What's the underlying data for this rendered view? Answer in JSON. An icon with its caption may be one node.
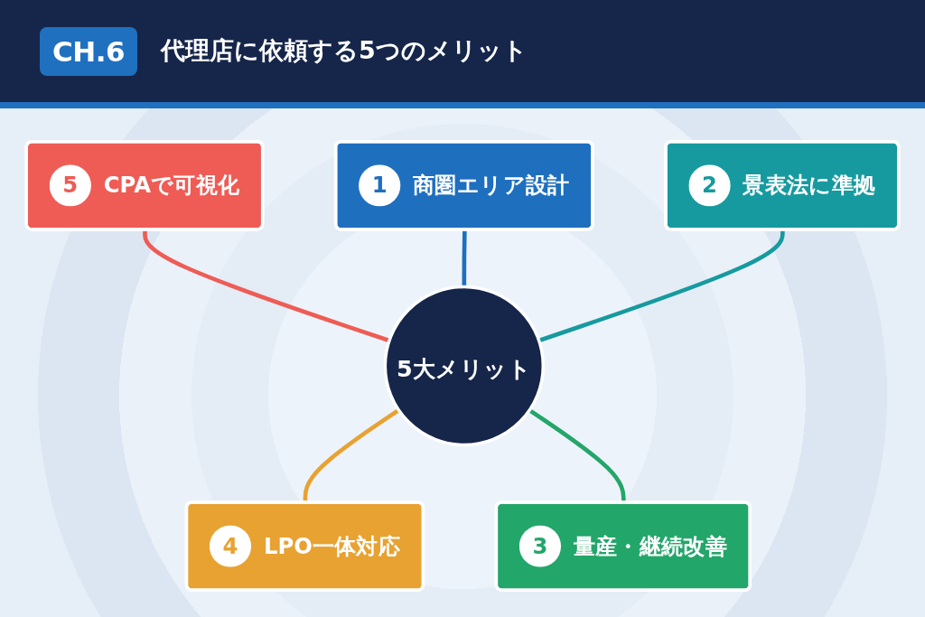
{
  "diagram": {
    "title": "代理店に依頼する5つのメリット",
    "nodes": [
      {
        "text": [
          "5大メリット"
        ]
      },
      {
        "text": [
          "1",
          "商圏エリア設計"
        ]
      },
      {
        "text": [
          "2",
          "景表法に準拠"
        ]
      },
      {
        "text": [
          "3",
          "量産・継続改善"
        ]
      },
      {
        "text": [
          "4",
          "LPO一体対応"
        ]
      },
      {
        "text": [
          "5",
          "CPAで可視化"
        ]
      }
    ],
    "edges": [
      {
        "from": 5,
        "to": 0,
        "arrow": "none",
        "color": "#ee5c55"
      },
      {
        "from": 1,
        "to": 0,
        "arrow": "none",
        "color": "#1f6fbf"
      },
      {
        "from": 2,
        "to": 0,
        "arrow": "none",
        "color": "#169a9f"
      },
      {
        "from": 0,
        "to": 4,
        "arrow": "none",
        "color": "#e8a232"
      },
      {
        "from": 0,
        "to": 3,
        "arrow": "none",
        "color": "#23a66a"
      }
    ],
    "labels": [
      "CH.6"
    ]
  }
}
